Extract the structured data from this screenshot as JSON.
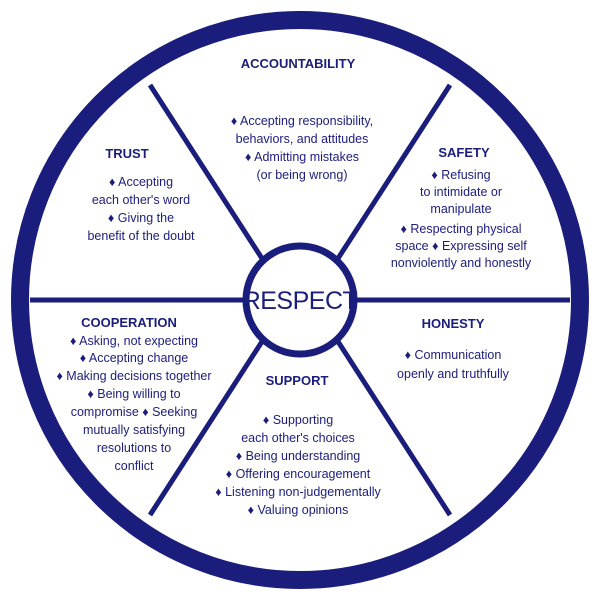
{
  "colors": {
    "primary": "#1b1d7c",
    "background": "#ffffff"
  },
  "center": {
    "label": "RESPECT"
  },
  "segments": [
    {
      "id": "accountability",
      "title": "ACCOUNTABILITY",
      "lines": [
        "♦ Accepting responsibility,",
        "behaviors, and attitudes",
        "♦ Admitting mistakes",
        "(or being wrong)"
      ]
    },
    {
      "id": "safety",
      "title": "SAFETY",
      "lines": [
        "♦ Refusing",
        "to intimidate or",
        "manipulate",
        "♦ Respecting physical",
        "space ♦ Expressing self",
        "nonviolently and honestly"
      ]
    },
    {
      "id": "honesty",
      "title": "HONESTY",
      "lines": [
        "♦ Communication",
        "openly and truthfully"
      ]
    },
    {
      "id": "support",
      "title": "SUPPORT",
      "lines": [
        "♦ Supporting",
        "each other's choices",
        "♦ Being understanding",
        "♦ Offering encouragement",
        "♦ Listening non-judgementally",
        "♦ Valuing opinions"
      ]
    },
    {
      "id": "cooperation",
      "title": "COOPERATION",
      "lines": [
        "♦ Asking, not expecting",
        "♦ Accepting change",
        "♦ Making decisions together",
        "♦ Being willing to",
        "compromise ♦ Seeking",
        "mutually satisfying",
        "resolutions to",
        "conflict"
      ]
    },
    {
      "id": "trust",
      "title": "TRUST",
      "lines": [
        "♦ Accepting",
        "each other's word",
        "♦ Giving the",
        "benefit of the doubt"
      ]
    }
  ]
}
